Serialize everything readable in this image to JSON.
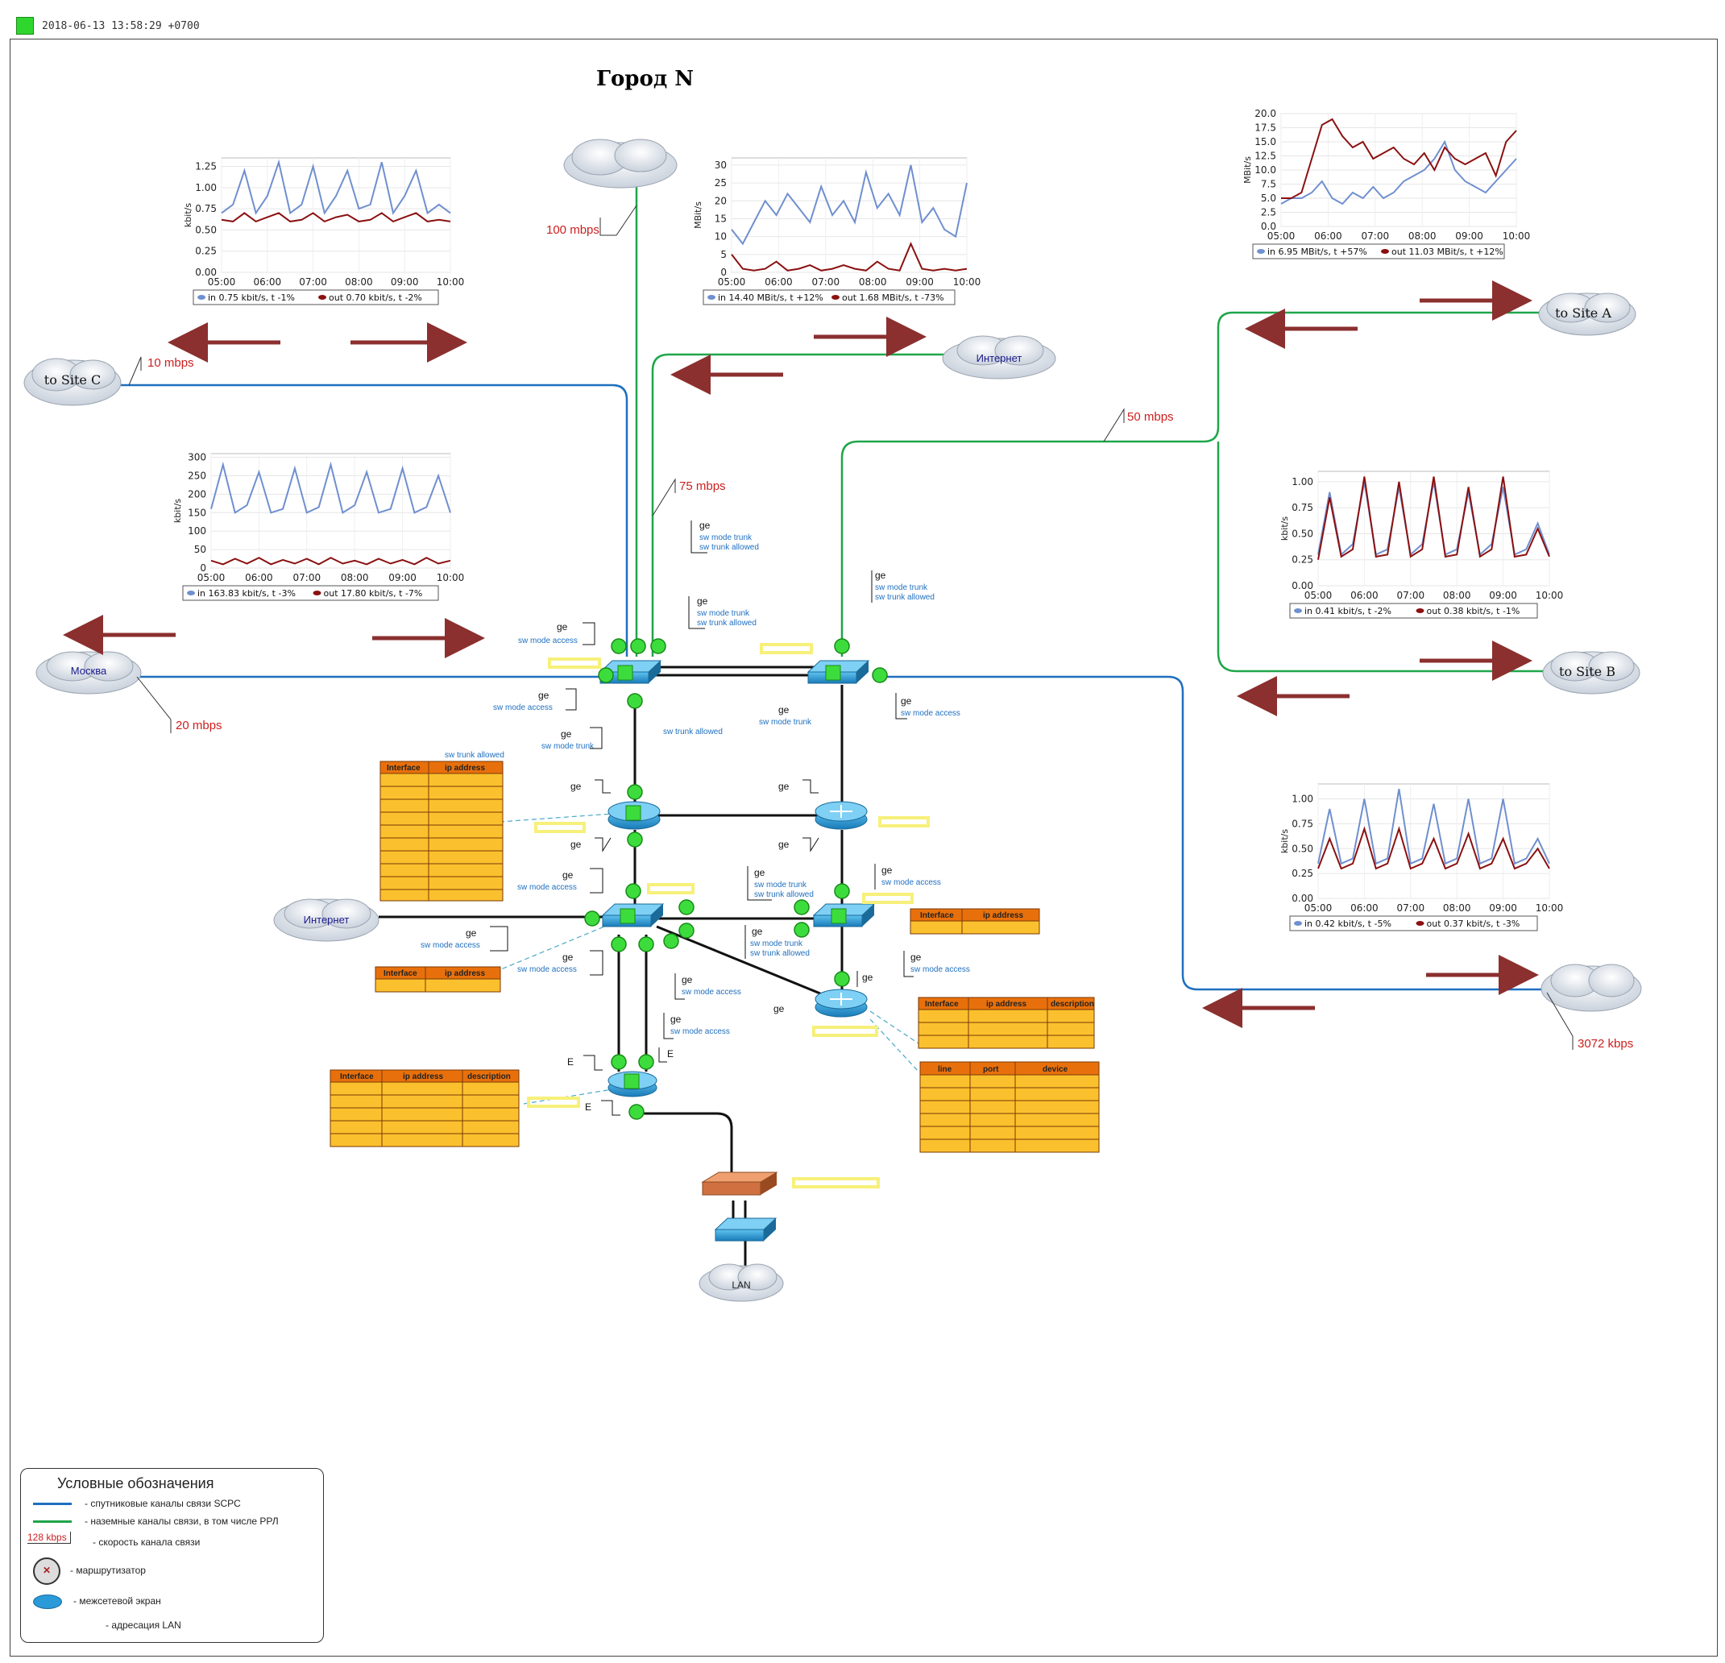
{
  "header": {
    "timestamp": "2018-06-13 13:58:29 +0700"
  },
  "title": "Город N",
  "clouds": {
    "top": "",
    "internet_top": "Интернет",
    "site_c": "to Site C",
    "site_a": "to Site A",
    "site_b": "to Site B",
    "moscow": "Москва",
    "internet_left": "Интернет",
    "site_bottom": "",
    "lan": "LAN"
  },
  "speeds": {
    "s100": "100 mbps",
    "s10": "10 mbps",
    "s75": "75 mbps",
    "s50": "50 mbps",
    "s20": "20 mbps",
    "s3072": "3072 kbps"
  },
  "port_labels": {
    "ge": "ge",
    "E": "E",
    "sw_access": "sw mode access",
    "sw_trunk": "sw mode trunk",
    "sw_allowed": "sw trunk allowed"
  },
  "tables": {
    "h_interface": "Interface",
    "h_ip": "ip address",
    "h_description": "description",
    "h_line": "line",
    "h_port": "port",
    "h_device": "device"
  },
  "legend": {
    "title": "Условные обозначения",
    "satellite": "- спутниковые каналы связи SCPC",
    "ground": "- наземные каналы связи, в том числе РРЛ",
    "speed_sample": "128 kbps",
    "speed": "- скорость канала связи",
    "router": "- маршрутизатор",
    "firewall": "- межсетевой экран",
    "lan": "- адресация LAN"
  },
  "colors": {
    "satellite": "#1f6fbf",
    "ground": "#1fa64a",
    "in_series": "#6f8fcf",
    "out_series": "#8b1010",
    "arrow": "#8b2f2f",
    "table_header": "#e8700c",
    "table_body": "#fbc02d",
    "speed_text": "#cc1f1f"
  },
  "chart_data": [
    {
      "type": "line",
      "id": "c1",
      "ylabel": "kbit/s",
      "x": [
        "05:00",
        "06:00",
        "07:00",
        "08:00",
        "09:00",
        "10:00"
      ],
      "yticks": [
        "0.00",
        "0.25",
        "0.50",
        "0.75",
        "1.00",
        "1.25"
      ],
      "ylim": [
        0,
        1.35
      ],
      "series": [
        {
          "name": "in",
          "values": [
            0.7,
            0.8,
            1.2,
            0.7,
            0.9,
            1.3,
            0.7,
            0.8,
            1.25,
            0.7,
            0.9,
            1.2,
            0.75,
            0.8,
            1.3,
            0.7,
            0.9,
            1.2,
            0.7,
            0.8,
            0.7
          ]
        },
        {
          "name": "out",
          "values": [
            0.62,
            0.6,
            0.7,
            0.6,
            0.65,
            0.7,
            0.6,
            0.62,
            0.7,
            0.6,
            0.65,
            0.68,
            0.6,
            0.62,
            0.7,
            0.6,
            0.65,
            0.7,
            0.6,
            0.62,
            0.6
          ]
        }
      ],
      "legend": {
        "in": "in 0.75 kbit/s, t -1%",
        "out": "out 0.70 kbit/s, t -2%"
      }
    },
    {
      "type": "line",
      "id": "c2",
      "ylabel": "MBit/s",
      "x": [
        "05:00",
        "06:00",
        "07:00",
        "08:00",
        "09:00",
        "10:00"
      ],
      "yticks": [
        "0",
        "5",
        "10",
        "15",
        "20",
        "25",
        "30"
      ],
      "ylim": [
        0,
        32
      ],
      "series": [
        {
          "name": "in",
          "values": [
            12,
            8,
            14,
            20,
            16,
            22,
            18,
            14,
            24,
            16,
            20,
            14,
            28,
            18,
            22,
            16,
            30,
            14,
            18,
            12,
            10,
            25
          ]
        },
        {
          "name": "out",
          "values": [
            5,
            1,
            0.5,
            1,
            3,
            0.5,
            1,
            2,
            0.5,
            1,
            2,
            1,
            0.5,
            3,
            1,
            0.5,
            8,
            1,
            0.5,
            1,
            0.5,
            1
          ]
        }
      ],
      "legend": {
        "in": "in 14.40 MBit/s, t +12%",
        "out": "out 1.68 MBit/s, t -73%"
      }
    },
    {
      "type": "line",
      "id": "c3",
      "ylabel": "MBit/s",
      "x": [
        "05:00",
        "06:00",
        "07:00",
        "08:00",
        "09:00",
        "10:00"
      ],
      "yticks": [
        "0.0",
        "2.5",
        "5.0",
        "7.5",
        "10.0",
        "12.5",
        "15.0",
        "17.5",
        "20.0"
      ],
      "ylim": [
        0,
        20
      ],
      "series": [
        {
          "name": "in",
          "values": [
            4,
            5,
            5,
            6,
            8,
            5,
            4,
            6,
            5,
            7,
            5,
            6,
            8,
            9,
            10,
            12,
            15,
            10,
            8,
            7,
            6,
            8,
            10,
            12
          ]
        },
        {
          "name": "out",
          "values": [
            5,
            5,
            6,
            12,
            18,
            19,
            16,
            14,
            15,
            12,
            13,
            14,
            12,
            11,
            13,
            10,
            14,
            12,
            11,
            12,
            13,
            9,
            15,
            17
          ]
        }
      ],
      "legend": {
        "in": "in 6.95 MBit/s, t +57%",
        "out": "out 11.03 MBit/s, t +12%"
      }
    },
    {
      "type": "line",
      "id": "c4",
      "ylabel": "kbit/s",
      "x": [
        "05:00",
        "06:00",
        "07:00",
        "08:00",
        "09:00",
        "10:00"
      ],
      "yticks": [
        "0",
        "50",
        "100",
        "150",
        "200",
        "250",
        "300"
      ],
      "ylim": [
        0,
        310
      ],
      "series": [
        {
          "name": "in",
          "values": [
            160,
            280,
            150,
            170,
            260,
            150,
            160,
            270,
            150,
            165,
            280,
            150,
            170,
            260,
            150,
            160,
            270,
            150,
            165,
            250,
            150
          ]
        },
        {
          "name": "out",
          "values": [
            20,
            10,
            25,
            12,
            28,
            10,
            22,
            12,
            25,
            10,
            28,
            12,
            20,
            10,
            25,
            12,
            22,
            10,
            28,
            12,
            20
          ]
        }
      ],
      "legend": {
        "in": "in 163.83 kbit/s, t -3%",
        "out": "out 17.80 kbit/s, t -7%"
      }
    },
    {
      "type": "line",
      "id": "c5",
      "ylabel": "kbit/s",
      "x": [
        "05:00",
        "06:00",
        "07:00",
        "08:00",
        "09:00",
        "10:00"
      ],
      "yticks": [
        "0.00",
        "0.25",
        "0.50",
        "0.75",
        "1.00"
      ],
      "ylim": [
        0,
        1.1
      ],
      "series": [
        {
          "name": "in",
          "values": [
            0.3,
            0.9,
            0.3,
            0.4,
            1.0,
            0.3,
            0.35,
            0.95,
            0.3,
            0.4,
            1.0,
            0.3,
            0.35,
            0.9,
            0.3,
            0.4,
            0.95,
            0.3,
            0.35,
            0.6,
            0.3
          ]
        },
        {
          "name": "out",
          "values": [
            0.25,
            0.85,
            0.28,
            0.35,
            1.05,
            0.28,
            0.3,
            1.0,
            0.28,
            0.35,
            1.05,
            0.28,
            0.3,
            0.95,
            0.28,
            0.35,
            1.05,
            0.28,
            0.3,
            0.55,
            0.28
          ]
        }
      ],
      "legend": {
        "in": "in 0.41 kbit/s, t -2%",
        "out": "out 0.38 kbit/s, t -1%"
      }
    },
    {
      "type": "line",
      "id": "c6",
      "ylabel": "kbit/s",
      "x": [
        "05:00",
        "06:00",
        "07:00",
        "08:00",
        "09:00",
        "10:00"
      ],
      "yticks": [
        "0.00",
        "0.25",
        "0.50",
        "0.75",
        "1.00"
      ],
      "ylim": [
        0,
        1.15
      ],
      "series": [
        {
          "name": "in",
          "values": [
            0.35,
            0.9,
            0.35,
            0.4,
            1.0,
            0.35,
            0.4,
            1.1,
            0.35,
            0.4,
            0.95,
            0.35,
            0.4,
            1.0,
            0.35,
            0.4,
            1.0,
            0.35,
            0.4,
            0.6,
            0.35
          ]
        },
        {
          "name": "out",
          "values": [
            0.3,
            0.6,
            0.3,
            0.35,
            0.7,
            0.3,
            0.35,
            0.7,
            0.3,
            0.35,
            0.6,
            0.3,
            0.35,
            0.65,
            0.3,
            0.35,
            0.6,
            0.3,
            0.35,
            0.5,
            0.3
          ]
        }
      ],
      "legend": {
        "in": "in 0.42 kbit/s, t -5%",
        "out": "out 0.37 kbit/s, t -3%"
      }
    }
  ]
}
